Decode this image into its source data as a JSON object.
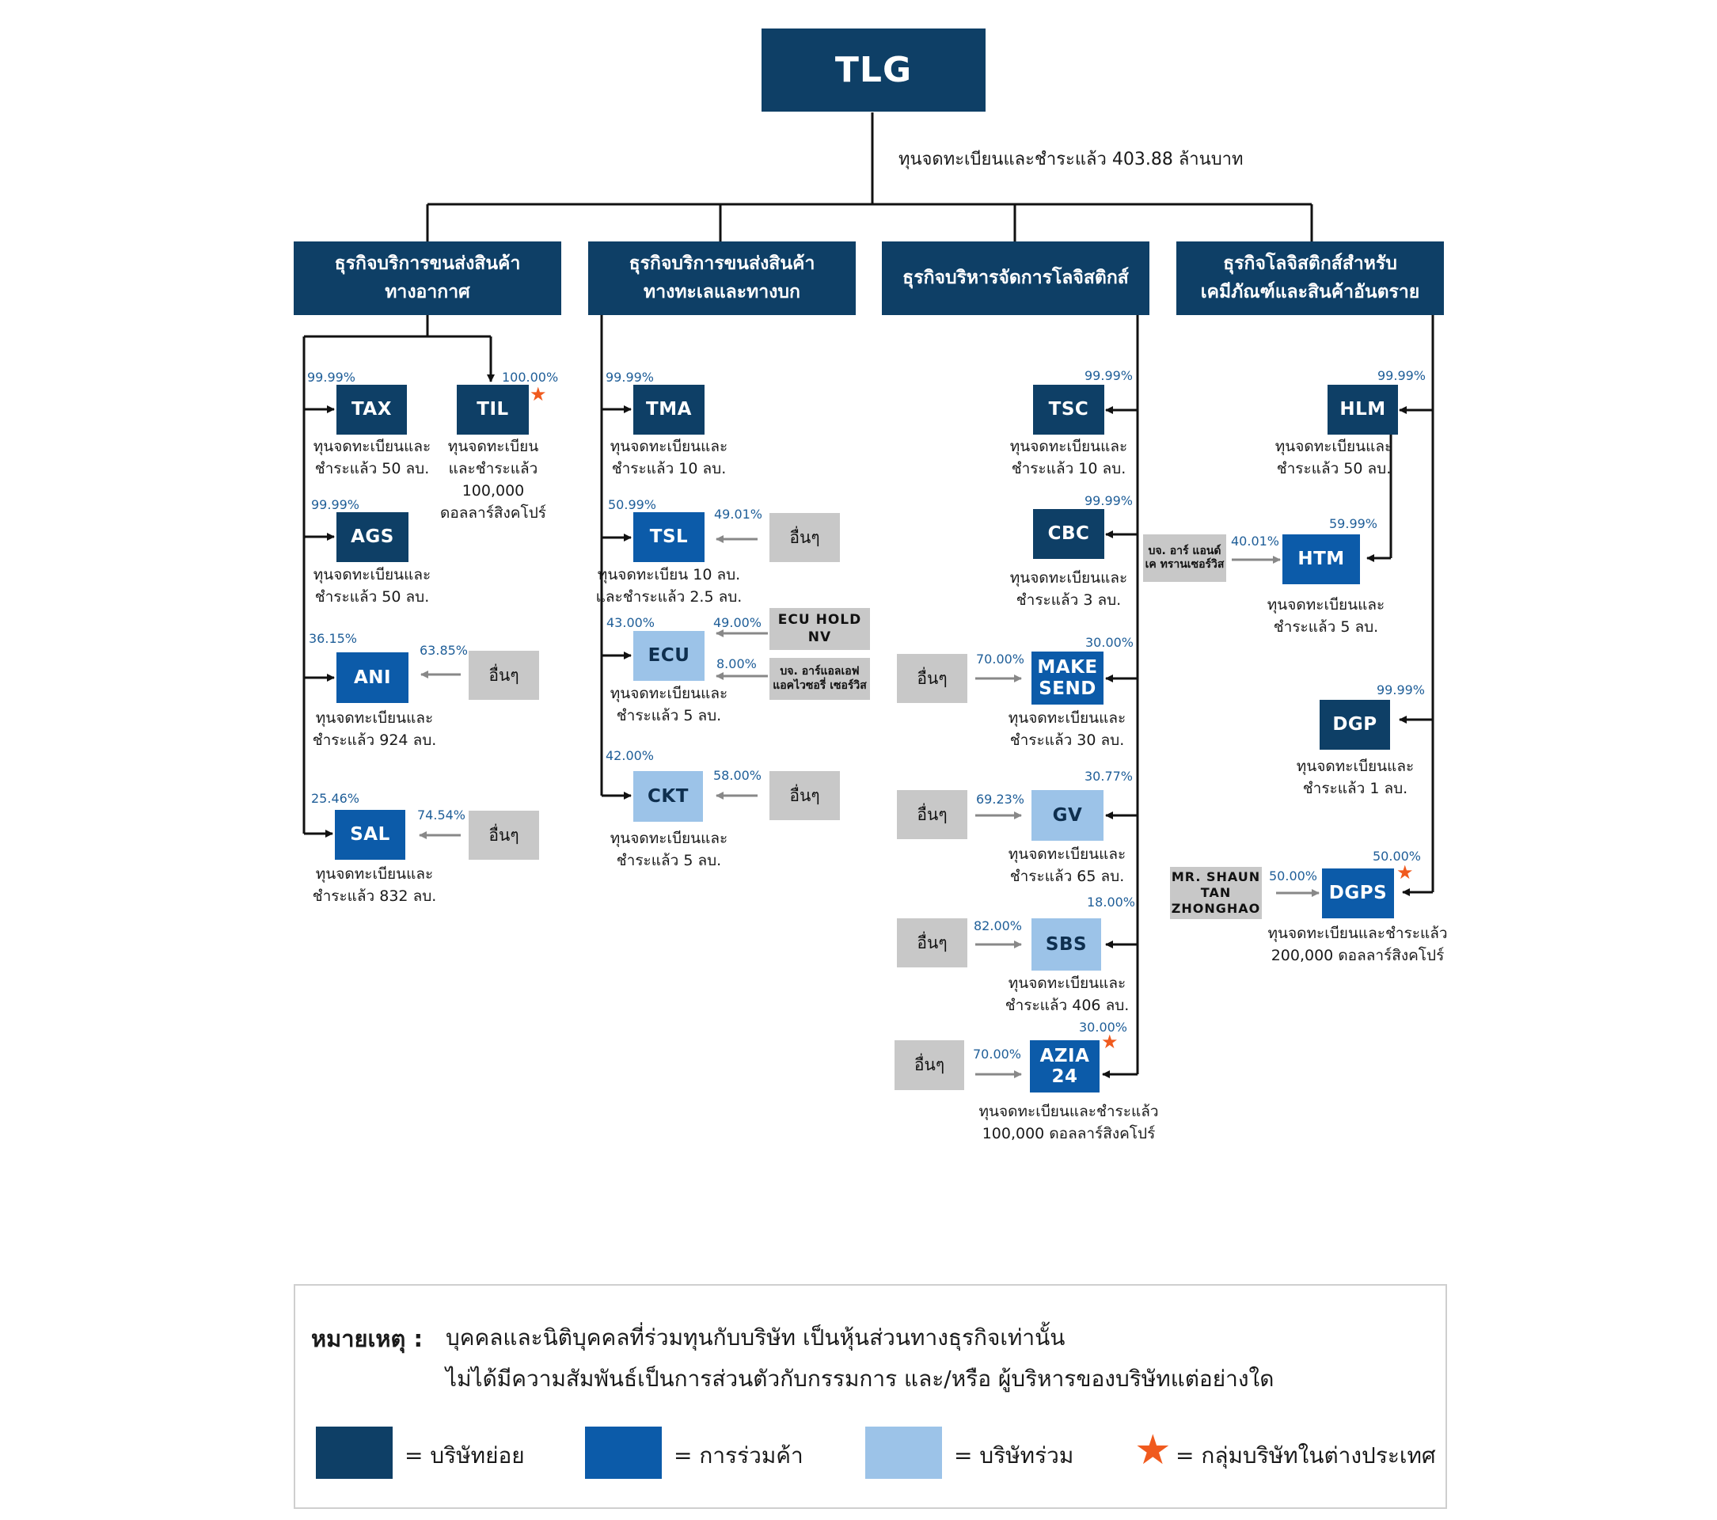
{
  "root": {
    "name": "TLG",
    "capital": "ทุนจดทะเบียนและชำระแล้ว 403.88 ล้านบาท"
  },
  "sections": {
    "air": {
      "line1": "ธุรกิจบริการขนส่งสินค้า",
      "line2": "ทางอากาศ"
    },
    "sea": {
      "line1": "ธุรกิจบริการขนส่งสินค้า",
      "line2": "ทางทะเลและทางบก"
    },
    "logistics": {
      "line1": "ธุรกิจบริหารจัดการโลจิสติกส์",
      "line2": ""
    },
    "chem": {
      "line1": "ธุรกิจโลจิสติกส์สำหรับ",
      "line2": "เคมีภัณฑ์และสินค้าอันตราย"
    }
  },
  "companies": {
    "tax": {
      "name": "TAX",
      "type": "subsidiary",
      "pct": "99.99%",
      "cap1": "ทุนจดทะเบียนและ",
      "cap2": "ชำระแล้ว 50 ลบ."
    },
    "til": {
      "name": "TIL",
      "type": "subsidiary",
      "overseas": true,
      "pct": "100.00%",
      "cap1": "ทุนจดทะเบียน",
      "cap2": "และชำระแล้ว",
      "cap3": "100,000",
      "cap4": "ดอลลาร์สิงคโปร์"
    },
    "ags": {
      "name": "AGS",
      "type": "subsidiary",
      "pct": "99.99%",
      "cap1": "ทุนจดทะเบียนและ",
      "cap2": "ชำระแล้ว 50 ลบ."
    },
    "ani": {
      "name": "ANI",
      "type": "joint_venture",
      "pct": "36.15%",
      "other_pct": "63.85%",
      "cap1": "ทุนจดทะเบียนและ",
      "cap2": "ชำระแล้ว 924 ลบ."
    },
    "sal": {
      "name": "SAL",
      "type": "joint_venture",
      "pct": "25.46%",
      "other_pct": "74.54%",
      "cap1": "ทุนจดทะเบียนและ",
      "cap2": "ชำระแล้ว 832 ลบ."
    },
    "tma": {
      "name": "TMA",
      "type": "subsidiary",
      "pct": "99.99%",
      "cap1": "ทุนจดทะเบียนและ",
      "cap2": "ชำระแล้ว 10 ลบ."
    },
    "tsl": {
      "name": "TSL",
      "type": "joint_venture",
      "pct": "50.99%",
      "other_pct": "49.01%",
      "cap1": "ทุนจดทะเบียน 10 ลบ.",
      "cap2": "และชำระแล้ว 2.5 ลบ."
    },
    "ecu": {
      "name": "ECU",
      "type": "associate",
      "pct": "43.00%",
      "other_pct": "49.00%",
      "other_pct2": "8.00%",
      "cap1": "ทุนจดทะเบียนและ",
      "cap2": "ชำระแล้ว 5 ลบ."
    },
    "ckt": {
      "name": "CKT",
      "type": "associate",
      "pct": "42.00%",
      "other_pct": "58.00%",
      "cap1": "ทุนจดทะเบียนและ",
      "cap2": "ชำระแล้ว 5 ลบ."
    },
    "tsc": {
      "name": "TSC",
      "type": "subsidiary",
      "pct": "99.99%",
      "cap1": "ทุนจดทะเบียนและ",
      "cap2": "ชำระแล้ว 10 ลบ."
    },
    "cbc": {
      "name": "CBC",
      "type": "subsidiary",
      "pct": "99.99%",
      "cap1": "ทุนจดทะเบียนและ",
      "cap2": "ชำระแล้ว 3 ลบ."
    },
    "makesend": {
      "name1": "MAKE",
      "name2": "SEND",
      "type": "joint_venture",
      "pct": "30.00%",
      "other_pct": "70.00%",
      "cap1": "ทุนจดทะเบียนและ",
      "cap2": "ชำระแล้ว 30 ลบ."
    },
    "gv": {
      "name": "GV",
      "type": "associate",
      "pct": "30.77%",
      "other_pct": "69.23%",
      "cap1": "ทุนจดทะเบียนและ",
      "cap2": "ชำระแล้ว 65 ลบ."
    },
    "sbs": {
      "name": "SBS",
      "type": "associate",
      "pct": "18.00%",
      "other_pct": "82.00%",
      "cap1": "ทุนจดทะเบียนและ",
      "cap2": "ชำระแล้ว 406 ลบ."
    },
    "azia": {
      "name1": "AZIA",
      "name2": "24",
      "type": "joint_venture",
      "overseas": true,
      "pct": "30.00%",
      "other_pct": "70.00%",
      "cap1": "ทุนจดทะเบียนและชำระแล้ว",
      "cap2": "100,000 ดอลลาร์สิงคโปร์"
    },
    "hlm": {
      "name": "HLM",
      "type": "subsidiary",
      "pct": "99.99%",
      "cap1": "ทุนจดทะเบียนและ",
      "cap2": "ชำระแล้ว 50 ลบ."
    },
    "htm": {
      "name": "HTM",
      "type": "joint_venture",
      "pct": "59.99%",
      "other_pct": "40.01%",
      "cap1": "ทุนจดทะเบียนและ",
      "cap2": "ชำระแล้ว 5 ลบ."
    },
    "dgp": {
      "name": "DGP",
      "type": "subsidiary",
      "pct": "99.99%",
      "cap1": "ทุนจดทะเบียนและ",
      "cap2": "ชำระแล้ว 1 ลบ."
    },
    "dgps": {
      "name": "DGPS",
      "type": "joint_venture",
      "overseas": true,
      "pct": "50.00%",
      "other_pct": "50.00%",
      "cap1": "ทุนจดทะเบียนและชำระแล้ว",
      "cap2": "200,000 ดอลลาร์สิงคโปร์"
    }
  },
  "others": {
    "generic": "อื่นๆ",
    "ecu_hold_1": "ECU HOLD",
    "ecu_hold_2": "NV",
    "rlf_1": "บจ. อาร์แอลเอฟ",
    "rlf_2": "แอคไวซอรี่ เซอร์วิส",
    "rk_1": "บจ. อาร์ แอนด์",
    "rk_2": "เค ทรานเซอร์วิส",
    "shaun_1": "MR. SHAUN",
    "shaun_2": "TAN",
    "shaun_3": "ZHONGHAO"
  },
  "note": {
    "label": "หมายเหตุ :",
    "line1": "บุคคลและนิติบุคคลที่ร่วมทุนกับบริษัท เป็นหุ้นส่วนทางธุรกิจเท่านั้น",
    "line2": "ไม่ได้มีความสัมพันธ์เป็นการส่วนตัวกับกรรมการ และ/หรือ ผู้บริหารของบริษัทแต่อย่างใด"
  },
  "legend": {
    "subsidiary": "= บริษัทย่อย",
    "joint_venture": "= การร่วมค้า",
    "associate": "= บริษัทร่วม",
    "overseas": "= กลุ่มบริษัทในต่างประเทศ"
  },
  "colors": {
    "subsidiary": "#0e3f66",
    "joint_venture": "#0c5ba9",
    "associate": "#9cc3e8",
    "others": "#c8c8c8",
    "overseas_star": "#f05a1e"
  }
}
